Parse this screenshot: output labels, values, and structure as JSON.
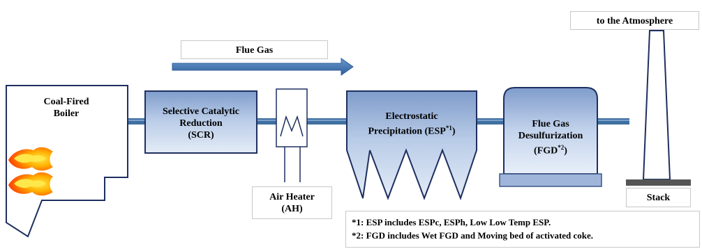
{
  "flow_label": "Flue Gas",
  "atmosphere_label": "to the Atmosphere",
  "boiler": {
    "line1": "Coal-Fired",
    "line2": "Boiler"
  },
  "scr": {
    "line1": "Selective Catalytic",
    "line2": "Reduction",
    "line3": "(SCR)"
  },
  "air_heater": {
    "line1": "Air Heater",
    "line2": "(AH)"
  },
  "esp": {
    "line1": "Electrostatic",
    "line2": "Precipitation (ESP",
    "sup": "*1",
    "line2_end": ")"
  },
  "fgd": {
    "line1": "Flue Gas",
    "line2": "Desulfurization",
    "line3": "(FGD",
    "sup": "*2",
    "line3_end": ")"
  },
  "stack_label": "Stack",
  "notes": [
    "*1: ESP  includes ESPc, ESPh, Low Low Temp ESP.",
    "*2: FGD includes Wet FGD and Moving bed of activated coke."
  ],
  "colors": {
    "pipe": "#3f6fa0",
    "box_fill": "#a9bfe0",
    "box_stroke": "#1e2f60",
    "arrow": "#3d6fa8",
    "flame_outer": "#ff5a00",
    "flame_inner": "#ffd21e"
  }
}
